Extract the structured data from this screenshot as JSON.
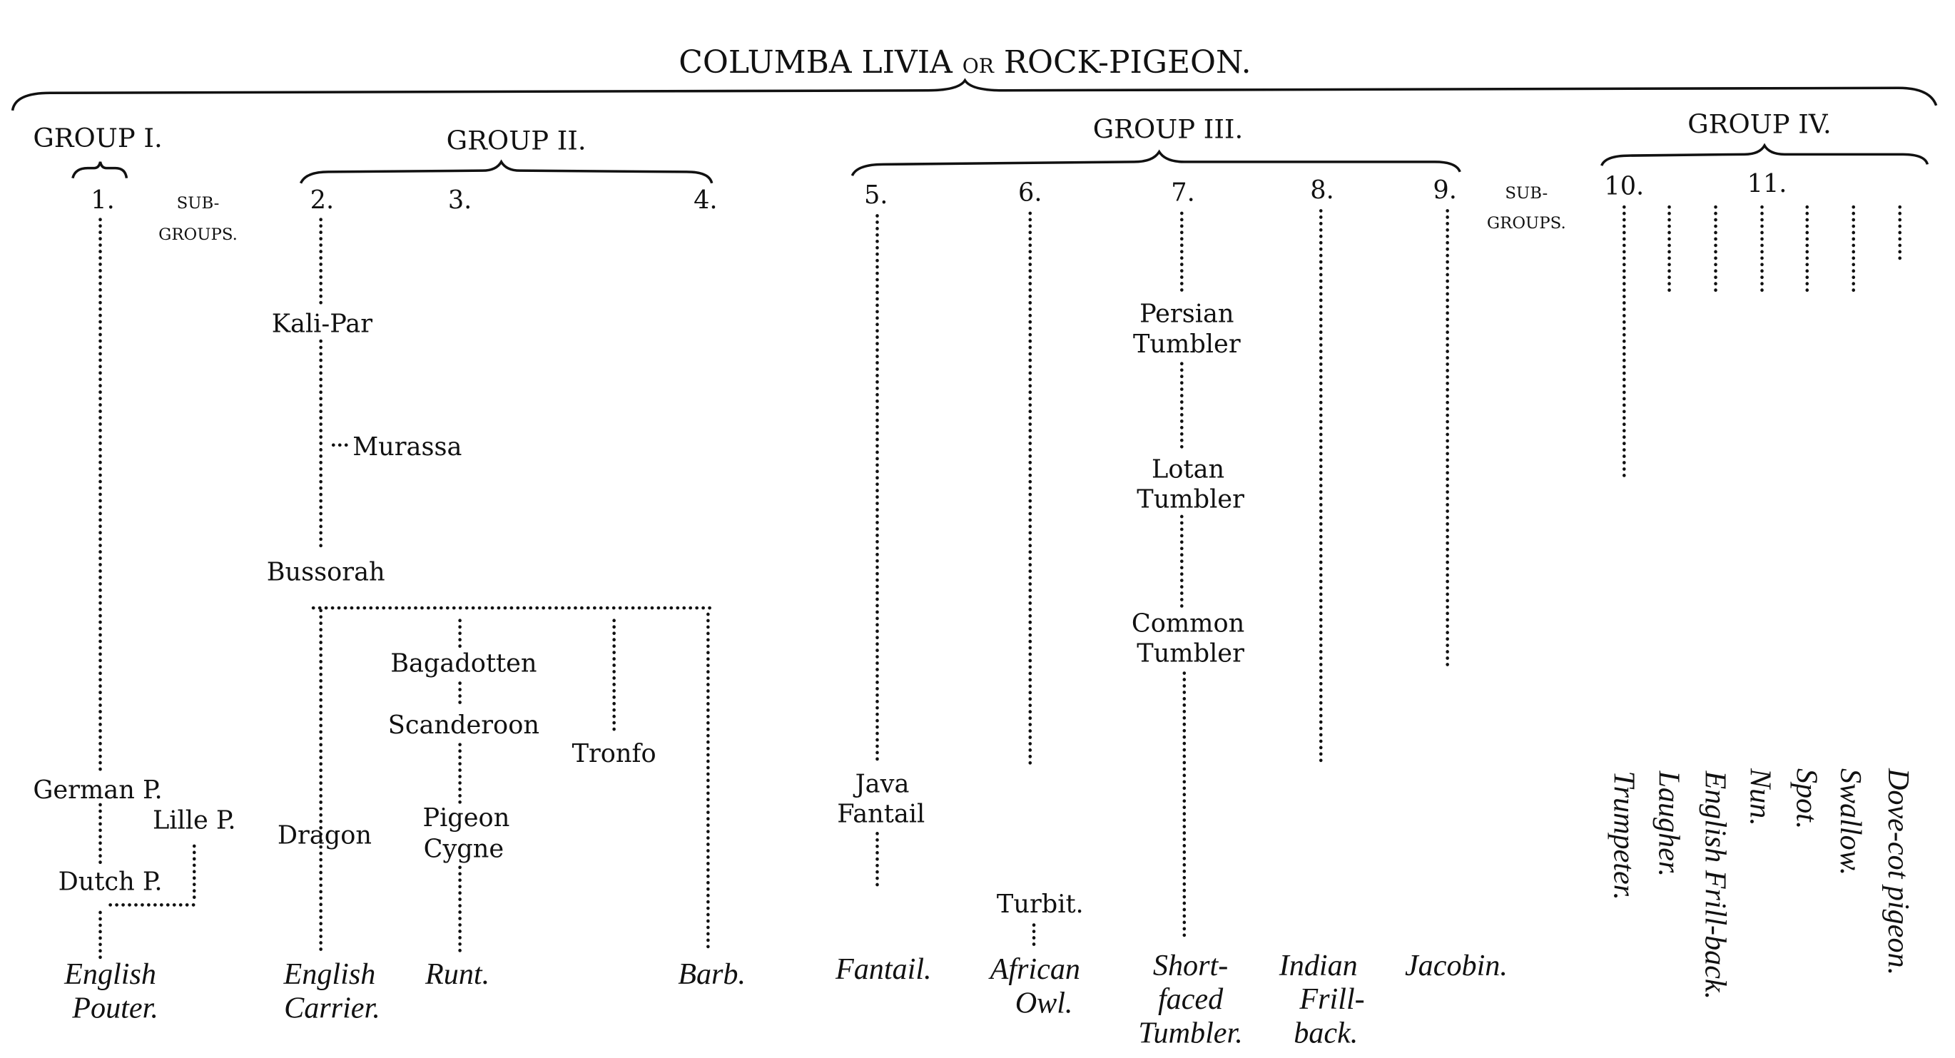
{
  "title": {
    "part1": "COLUMBA LIVIA",
    "or": "OR",
    "part2": "ROCK-PIGEON."
  },
  "groups": [
    "GROUP I.",
    "GROUP II.",
    "GROUP III.",
    "GROUP IV."
  ],
  "subgroups_label": [
    "SUB-",
    "GROUPS."
  ],
  "numbers": [
    "1.",
    "2.",
    "3.",
    "4.",
    "5.",
    "6.",
    "7.",
    "8.",
    "9.",
    "10.",
    "11."
  ],
  "intermediate": {
    "kali_par": "Kali-Par",
    "murassa": "Murassa",
    "bussorah": "Bussorah",
    "bagadotten": "Bagadotten",
    "scanderoon": "Scanderoon",
    "tronfo": "Tronfo",
    "german": "German P.",
    "lille": "Lille P.",
    "dutch": "Dutch P.",
    "dragon": "Dragon",
    "pigeon_cygne": [
      "Pigeon",
      "Cygne"
    ],
    "java_fantail": [
      "Java",
      "Fantail"
    ],
    "turbit": "Turbit.",
    "persian": [
      "Persian",
      "Tumbler"
    ],
    "lotan": [
      "Lotan",
      "Tumbler"
    ],
    "common": [
      "Common",
      "Tumbler"
    ]
  },
  "breeds": {
    "english_pouter": [
      "English",
      "Pouter."
    ],
    "english_carrier": [
      "English",
      "Carrier."
    ],
    "runt": "Runt.",
    "barb": "Barb.",
    "fantail": "Fantail.",
    "african_owl": [
      "African",
      "Owl."
    ],
    "short_faced": [
      "Short-",
      "faced",
      "Tumbler."
    ],
    "indian_frillback": [
      "Indian",
      "Frill-",
      "back."
    ],
    "jacobin": "Jacobin.",
    "group4": [
      "Trumpeter.",
      "Laugher.",
      "English Frill-back.",
      "Nun.",
      "Spot.",
      "Swallow.",
      "Dove-cot pigeon."
    ]
  }
}
